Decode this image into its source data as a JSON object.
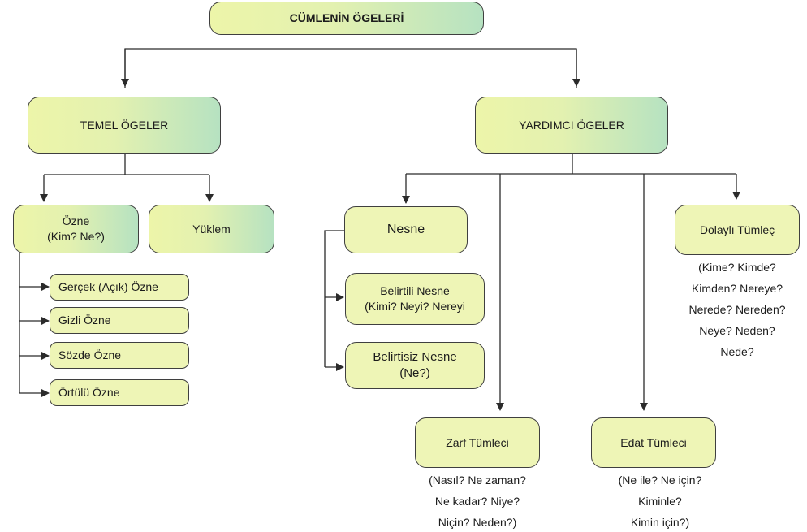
{
  "root": {
    "label": "CÜMLENİN ÖGELERİ"
  },
  "temel": {
    "label": "TEMEL ÖGELER",
    "ozne": {
      "line1": "Özne",
      "line2": "(Kim? Ne?)"
    },
    "yuklem": {
      "label": "Yüklem"
    },
    "ozne_types": [
      "Gerçek (Açık) Özne",
      "Gizli Özne",
      "Sözde Özne",
      "Örtülü Özne"
    ]
  },
  "yardimci": {
    "label": "YARDIMCI ÖGELER",
    "nesne": {
      "label": "Nesne",
      "belirtili": {
        "line1": "Belirtili Nesne",
        "line2": "(Kimi? Neyi? Nereyi"
      },
      "belirtisiz": {
        "line1": "Belirtisiz Nesne",
        "line2": "(Ne?)"
      }
    },
    "dolayli": {
      "label": "Dolaylı Tümleç",
      "questions": [
        "(Kime? Kimde?",
        "Kimden? Nereye?",
        "Nerede? Nereden?",
        "Neye? Neden?",
        "Nede?"
      ]
    },
    "zarf": {
      "label": "Zarf Tümleci",
      "questions": [
        "(Nasıl? Ne zaman?",
        "Ne kadar? Niye?",
        "Niçin? Neden?)"
      ]
    },
    "edat": {
      "label": "Edat Tümleci",
      "questions": [
        "(Ne ile? Ne için?",
        "Kiminle?",
        "Kimin için?)"
      ]
    }
  },
  "colors": {
    "box_gradient_start": "#edf5a9",
    "box_gradient_end": "#b6e2c1",
    "box_flat": "#eef5b6",
    "line": "#2b2b2b"
  }
}
